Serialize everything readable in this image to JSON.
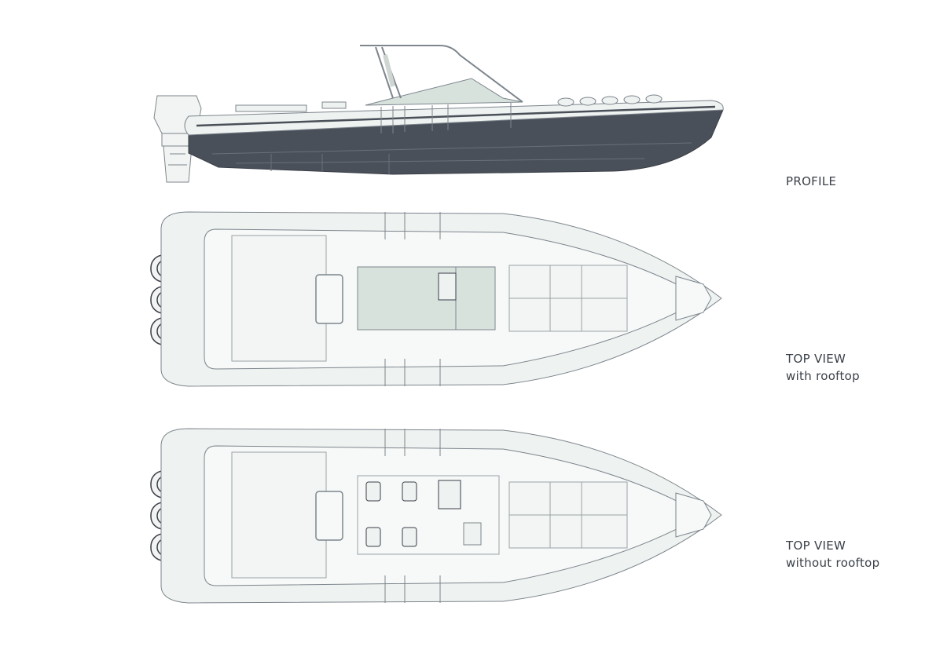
{
  "views": {
    "profile": {
      "title": "PROFILE"
    },
    "top_with_rooftop": {
      "title": "TOP VIEW",
      "subtitle": "with rooftop"
    },
    "top_without_rooftop": {
      "title": "TOP VIEW",
      "subtitle": "without rooftop"
    }
  },
  "colors": {
    "hull_dark": "#4a5059",
    "deck_light": "#eef2f0",
    "canopy_green": "#d7e2dc",
    "line": "#7d858d"
  }
}
